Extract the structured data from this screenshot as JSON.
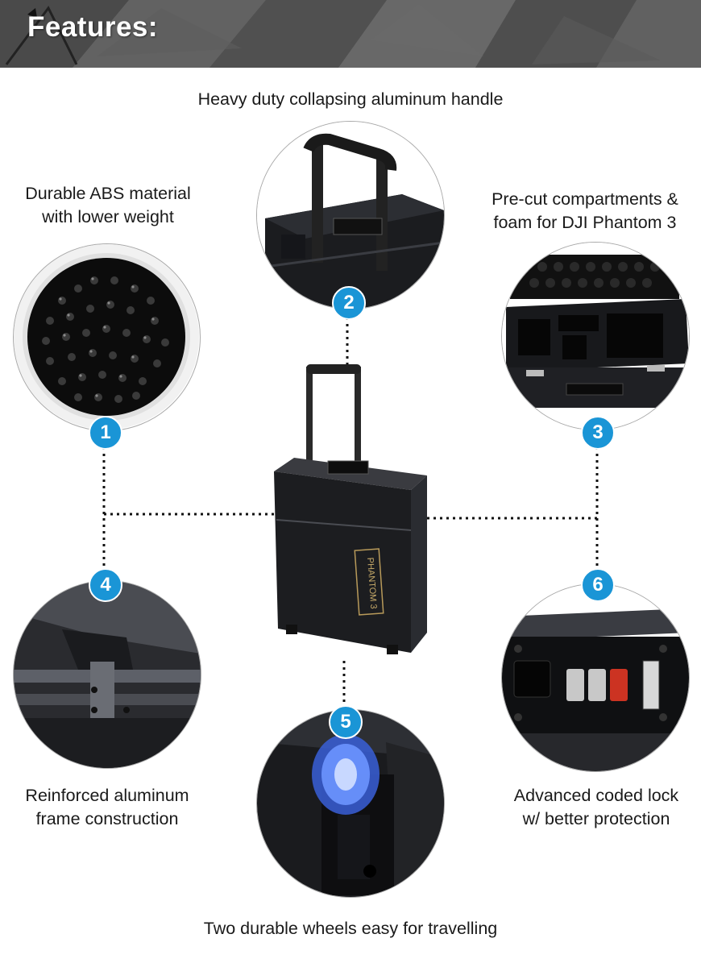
{
  "header": {
    "title": "Features:"
  },
  "features": [
    {
      "number": "1",
      "caption": [
        "Durable ABS material",
        "with lower weight"
      ]
    },
    {
      "number": "2",
      "caption": [
        "Heavy duty collapsing aluminum handle"
      ]
    },
    {
      "number": "3",
      "caption": [
        "Pre-cut compartments &",
        "foam for DJI Phantom 3"
      ]
    },
    {
      "number": "4",
      "caption": [
        "Reinforced aluminum",
        "frame construction"
      ]
    },
    {
      "number": "5",
      "caption": [
        "Two durable wheels easy for travelling"
      ]
    },
    {
      "number": "6",
      "caption": [
        "Advanced coded lock",
        "w/ better protection"
      ]
    }
  ],
  "product": {
    "plate_text": "PHANTOM 3"
  },
  "colors": {
    "badge": "#1a95d6",
    "header_bg": "#555555",
    "case_body": "#1c1d20",
    "wheel_glow": "#4a7bff"
  }
}
